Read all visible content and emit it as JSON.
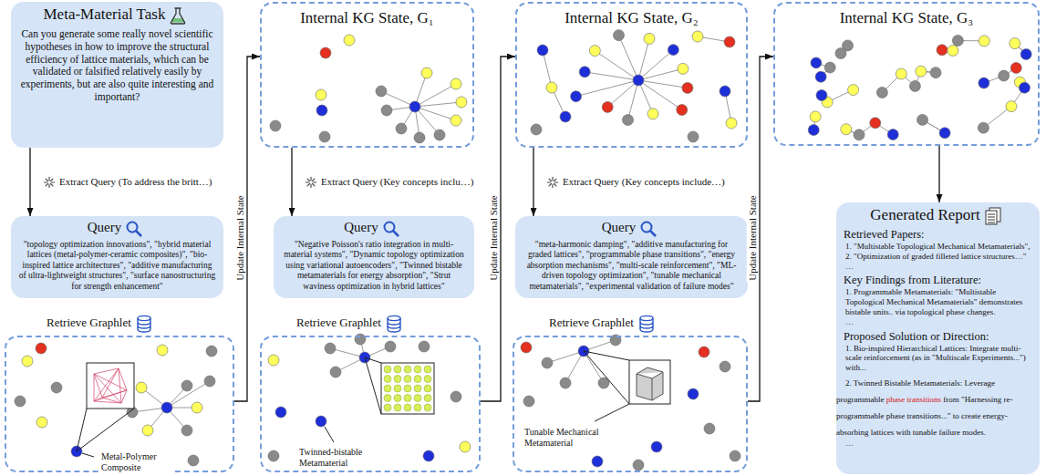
{
  "diagram": {
    "nodes": [
      {
        "text": [
          "Meta-Material Task",
          "Can you generate some really novel scientific hypotheses in how to improve the structural efficiency of lattice materials, which can be validated or falsified relatively easily by experiments, but are also quite interesting and important?"
        ]
      },
      {
        "text": [
          "Query",
          "\"topology optimization innovations\", \"hybrid material lattices (metal-polymer-ceramic composites)\", \"bio-inspired lattice architectures\", \"additive manufacturing of ultra-lightweight structures\", \"surface nanostructuring for strength enhancement\""
        ]
      },
      {
        "text": [
          "Retrieve Graphlet",
          "Metal-Polymer Composite"
        ]
      },
      {
        "text": [
          "Internal KG State, G₁"
        ]
      },
      {
        "text": [
          "Query",
          "\"Negative Poisson's ratio integration in multi-material systems\", \"Dynamic topology optimization using variational autoencoders\", \"Twinned bistable metamaterials for energy absorption\", \"Strut waviness optimization in hybrid lattices\""
        ]
      },
      {
        "text": [
          "Retrieve Graphlet",
          "Twinned-bistable Metamaterial"
        ]
      },
      {
        "text": [
          "Internal KG State, G₂"
        ]
      },
      {
        "text": [
          "Query",
          "\"meta-harmonic damping\", \"additive manufacturing for graded lattices\", \"programmable phase transitions\", \"energy absorption mechanisms\", \"multi-scale reinforcement\", \"ML-driven topology optimization\", \"tunable mechanical metamaterials\", \"experimental validation of failure modes\""
        ]
      },
      {
        "text": [
          "Retrieve Graphlet",
          "Tunable Mechanical Metamaterial"
        ]
      },
      {
        "text": [
          "Internal KG State, G₃"
        ]
      },
      {
        "text": [
          "Generated Report",
          "Retrieved Papers:",
          "1. \"Multistable Topological Mechanical Metamaterials\",",
          "2. \"Optimization of graded filleted lattice structures…\"",
          "…",
          "Key Findings from Literature:",
          "1. Programmable Metamaterials: \"Multistable Topological Mechanical Metamaterials\" demonstrates bistable units.. via topological phase changes.",
          "…",
          "Proposed Solution or Direction:",
          "1. Bio-inspired Hierarchical Lattices: Integrate multi-scale reinforcement (as in \"Multiscale Experiments...\") with...",
          "2. Twinned Bistable Metamaterials: Leverage programmable",
          "phase transitions",
          "from \"Harnessing re-programmable phase transitions...\" to create energy-absorbing lattices with tunable failure modes.",
          "…"
        ]
      }
    ],
    "edges": [
      {
        "from": 0,
        "to": 1,
        "arrow": "to",
        "label": "Extract Query (To address the britt…)"
      },
      {
        "from": 2,
        "to": 3,
        "arrow": "to",
        "label": "Update Internal State"
      },
      {
        "from": 3,
        "to": 4,
        "arrow": "to",
        "label": "Extract Query (Key concepts inclu…)"
      },
      {
        "from": 5,
        "to": 6,
        "arrow": "to",
        "label": "Update Internal State"
      },
      {
        "from": 6,
        "to": 7,
        "arrow": "to",
        "label": "Extract Query (Key concepts include…)"
      },
      {
        "from": 8,
        "to": 9,
        "arrow": "to",
        "label": "Update Internal State"
      },
      {
        "from": 9,
        "to": 10,
        "arrow": "to"
      }
    ]
  }
}
